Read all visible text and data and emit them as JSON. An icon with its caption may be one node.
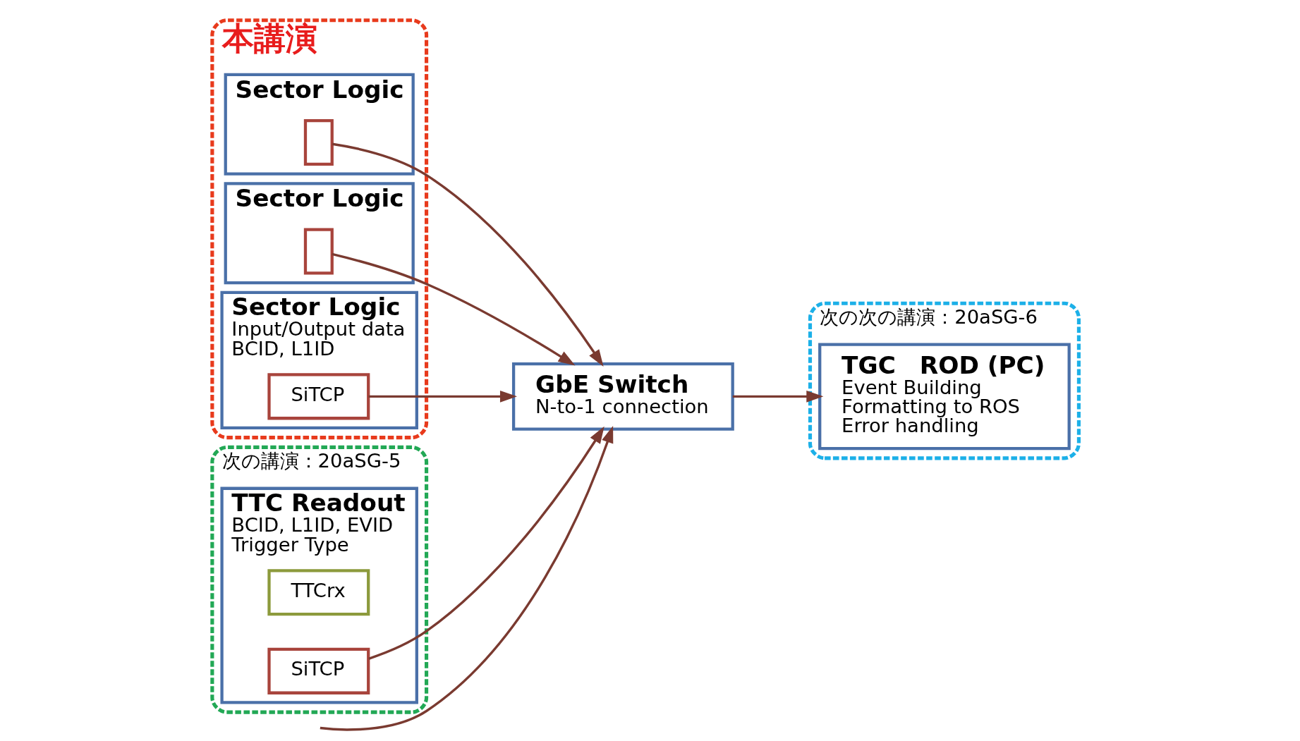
{
  "diagram": {
    "nodes": [
      {
        "text": [
          "本講演"
        ]
      },
      {
        "text": [
          "Sector Logic"
        ],
        "in": 0
      },
      {
        "text": [],
        "shape": "box",
        "in": 1
      },
      {
        "text": [
          "Sector Logic"
        ],
        "in": 0
      },
      {
        "text": [],
        "shape": "box",
        "in": 3
      },
      {
        "text": [
          "Sector Logic",
          "Input/Output data",
          "BCID, L1ID"
        ],
        "in": 0
      },
      {
        "text": [
          "SiTCP"
        ],
        "in": 5
      },
      {
        "text": [
          "GbE Switch",
          "N-to-1 connection"
        ]
      },
      {
        "text": [
          "次の次の講演：20aSG-6"
        ]
      },
      {
        "text": [
          "TGC　ROD (PC)",
          "Event Building",
          "Formatting to ROS",
          "Error handling"
        ],
        "in": 8
      },
      {
        "text": [
          "次の講演：20aSG-5"
        ]
      },
      {
        "text": [
          "TTC Readout",
          "BCID, L1ID, EVID",
          "Trigger Type"
        ],
        "in": 10
      },
      {
        "text": [
          "TTCrx"
        ],
        "in": 11
      },
      {
        "text": [
          "SiTCP"
        ],
        "in": 11
      }
    ],
    "edges": [
      {
        "from": 2,
        "to": 7,
        "arrow": "to"
      },
      {
        "from": 4,
        "to": 7,
        "arrow": "to"
      },
      {
        "from": 6,
        "to": 7,
        "arrow": "to"
      },
      {
        "from": null,
        "to": 7,
        "arrow": "to"
      },
      {
        "from": 13,
        "to": 7,
        "arrow": "to"
      },
      {
        "from": 7,
        "to": 9,
        "arrow": "to"
      }
    ]
  }
}
